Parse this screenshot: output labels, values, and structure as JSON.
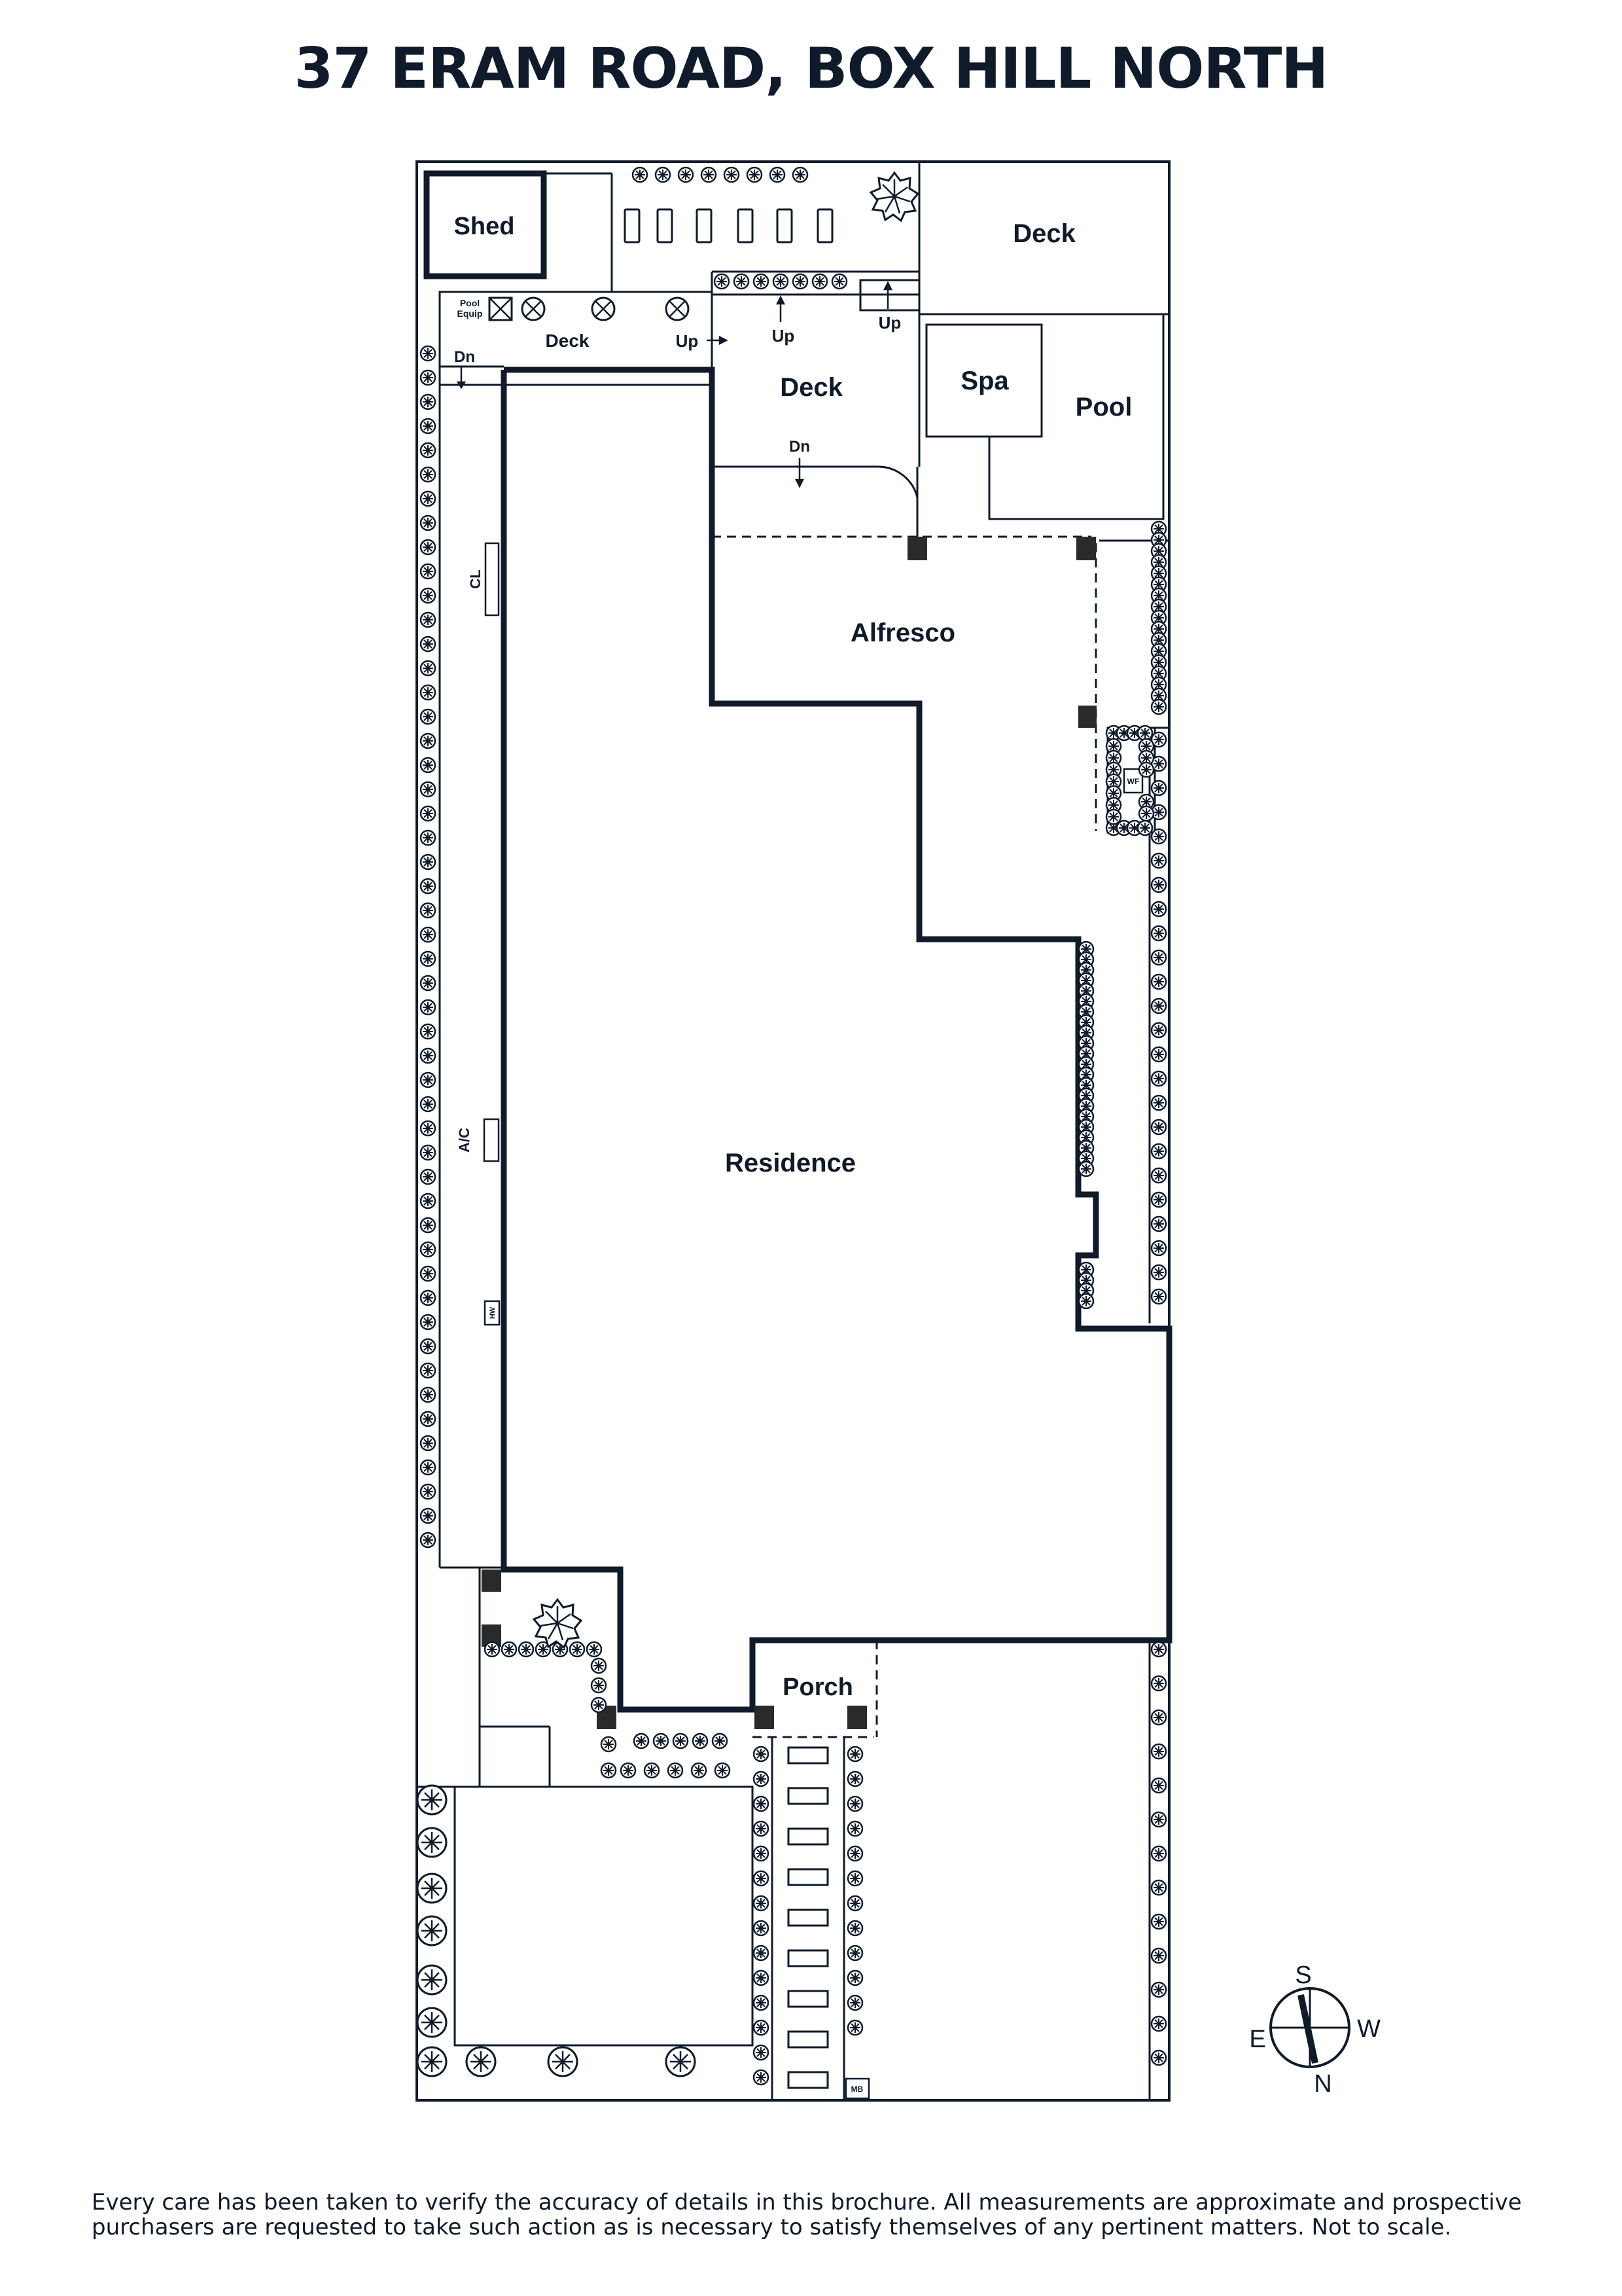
{
  "title": "37 ERAM ROAD, BOX HILL NORTH",
  "rooms": {
    "shed": "Shed",
    "deck_top_right": "Deck",
    "deck_left": "Deck",
    "deck_mid": "Deck",
    "spa": "Spa",
    "pool": "Pool",
    "alfresco": "Alfresco",
    "residence": "Residence",
    "porch": "Porch"
  },
  "fixtures": {
    "pool_equip": [
      "Pool",
      "Equip"
    ],
    "clothesline": "CL",
    "air_conditioner": "A/C",
    "hot_water": "HW",
    "wood_fire": "WF",
    "mailbox": "MB"
  },
  "stairs": {
    "dn_left": "Dn",
    "up_deck": "Up",
    "up_mid": "Up",
    "up_right": "Up",
    "dn_mid": "Dn"
  },
  "compass": {
    "s": "S",
    "w": "W",
    "e": "E",
    "n": "N"
  },
  "disclaimer": [
    "Every care has been taken to verify the accuracy of details in this brochure. All measurements are approximate and prospective",
    "purchasers are requested to take such action as is necessary to satisfy themselves of any pertinent matters. Not to scale."
  ],
  "colors": {
    "ink": "#0f1a2a",
    "background": "#ffffff"
  }
}
